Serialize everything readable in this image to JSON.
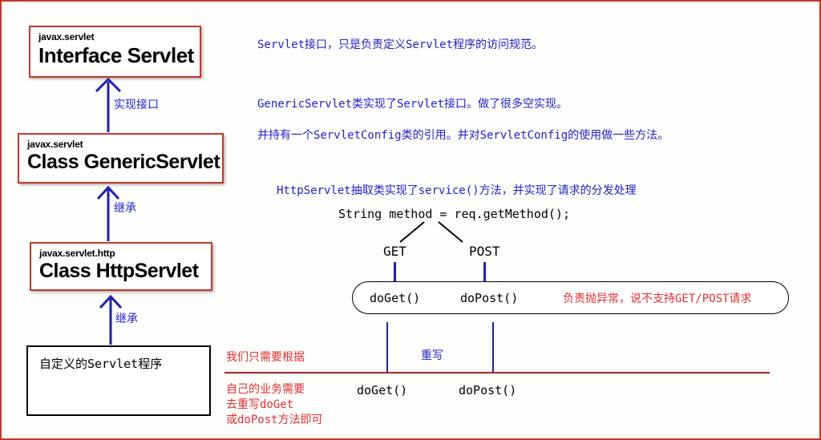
{
  "diagram": {
    "title": "Servlet Hierarchy Diagram",
    "colors": {
      "frame_border": "#c0392b",
      "box_border": "#c0392b",
      "connector_blue": "#2020b0",
      "annotation_blue": "#2222cc",
      "annotation_red": "#e03030",
      "plain_box_border": "#000000"
    },
    "boxes": [
      {
        "package": "javax.servlet",
        "name": "Interface Servlet"
      },
      {
        "package": "javax.servlet",
        "name": "Class GenericServlet"
      },
      {
        "package": "javax.servlet.http",
        "name": "Class HttpServlet"
      }
    ],
    "custom_box": {
      "label": "自定义的Servlet程序"
    },
    "arrow_labels": [
      {
        "label": "实现接口"
      },
      {
        "label": "继承"
      },
      {
        "label": "继承"
      }
    ],
    "notes": [
      {
        "text": "Servlet接口，只是负责定义Servlet程序的访问规范。"
      },
      {
        "text": "GenericServlet类实现了Servlet接口。做了很多空实现。"
      },
      {
        "text": "并持有一个ServletConfig类的引用。并对ServletConfig的使用做一些方法。"
      },
      {
        "text": "HttpServlet抽取类实现了service()方法，并实现了请求的分发处理"
      }
    ],
    "code_line": "String method = req.getMethod();",
    "branch_labels": [
      {
        "label": "GET"
      },
      {
        "label": "POST"
      }
    ],
    "method_box": {
      "methods": [
        {
          "label": "doGet()"
        },
        {
          "label": "doPost()"
        }
      ],
      "red_note": "负责抛异常，说不支持GET/POST请求"
    },
    "override_label": "重写",
    "override_methods": [
      {
        "label": "doGet()"
      },
      {
        "label": "doPost()"
      }
    ],
    "red_annotations": {
      "heading": "我们只需要根据",
      "lines": [
        "自己的业务需要",
        "去重写doGet",
        "或doPost方法即可"
      ]
    }
  }
}
